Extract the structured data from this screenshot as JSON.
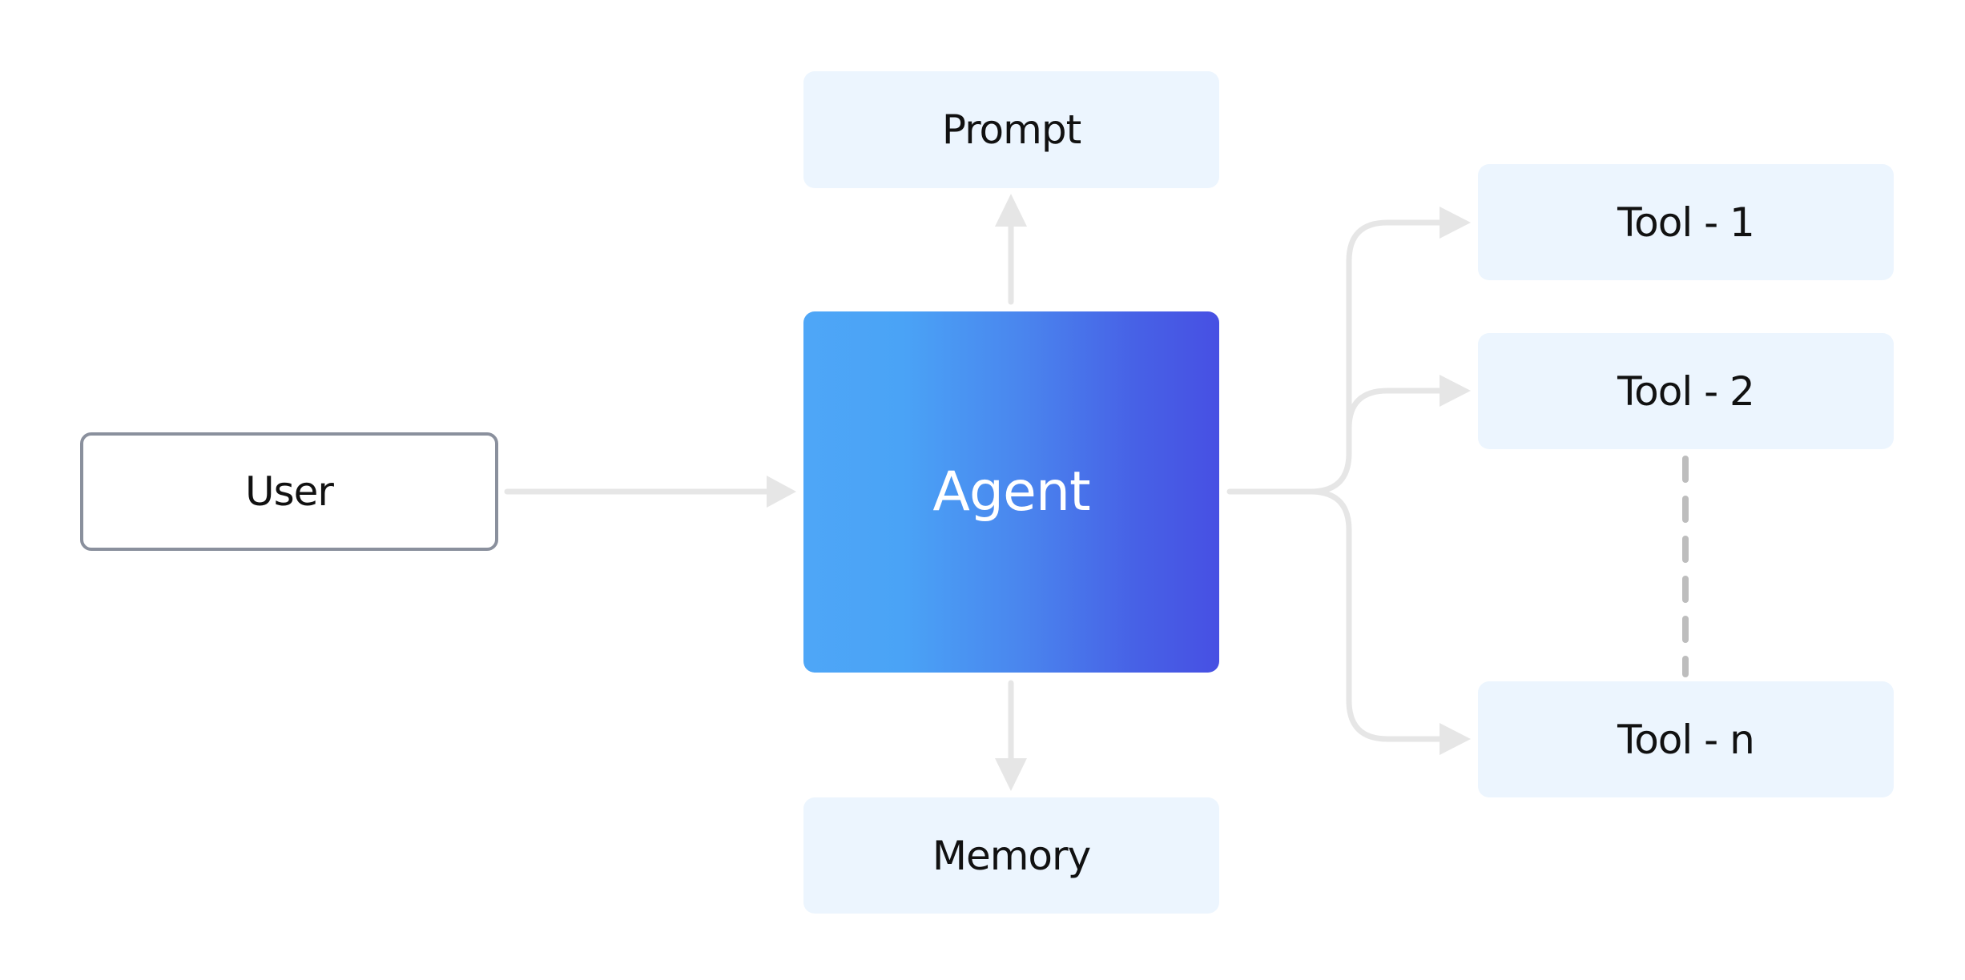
{
  "diagram": {
    "nodes": {
      "user": "User",
      "prompt": "Prompt",
      "agent": "Agent",
      "memory": "Memory",
      "tool_1": "Tool - 1",
      "tool_2": "Tool - 2",
      "tool_n": "Tool - n"
    },
    "edges": [
      {
        "from": "User",
        "to": "Agent",
        "style": "solid-arrow"
      },
      {
        "from": "Agent",
        "to": "Prompt",
        "style": "solid-arrow"
      },
      {
        "from": "Agent",
        "to": "Memory",
        "style": "solid-arrow"
      },
      {
        "from": "Agent",
        "to": "Tool - 1",
        "style": "solid-arrow"
      },
      {
        "from": "Agent",
        "to": "Tool - 2",
        "style": "solid-arrow"
      },
      {
        "from": "Agent",
        "to": "Tool - n",
        "style": "solid-arrow"
      },
      {
        "from": "Tool - 2",
        "to": "Tool - n",
        "style": "dashed"
      }
    ],
    "colors": {
      "node_fill": "#ecf5fe",
      "user_border": "#8a909d",
      "agent_gradient_start": "#4ea6f7",
      "agent_gradient_end": "#4750e3",
      "connector": "#e6e6e6",
      "dashed_connector": "#bdbdbd",
      "text": "#111111",
      "agent_text": "#ffffff"
    }
  }
}
